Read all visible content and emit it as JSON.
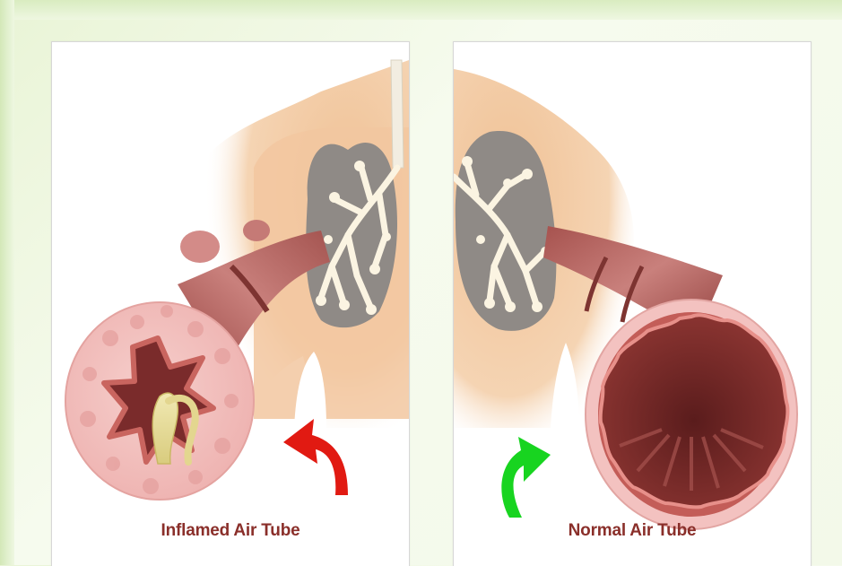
{
  "panels": [
    {
      "id": "inflamed",
      "caption": "Inflamed Air Tube",
      "arrow_color": "#e11a12",
      "arrow_icon": "curved-arrow-red"
    },
    {
      "id": "normal",
      "caption": "Normal Air Tube",
      "arrow_color": "#18d420",
      "arrow_icon": "curved-arrow-green"
    }
  ],
  "colors": {
    "skin": "#f2c9a0",
    "lung": "#8f8a86",
    "bronchi": "#fbf4e2",
    "tube_outer": "#f3c2c0",
    "tube_wall": "#b2605c",
    "lumen": "#7a2b2b",
    "mucus": "#e9dfa4",
    "caption_text": "#8a2f2a"
  }
}
